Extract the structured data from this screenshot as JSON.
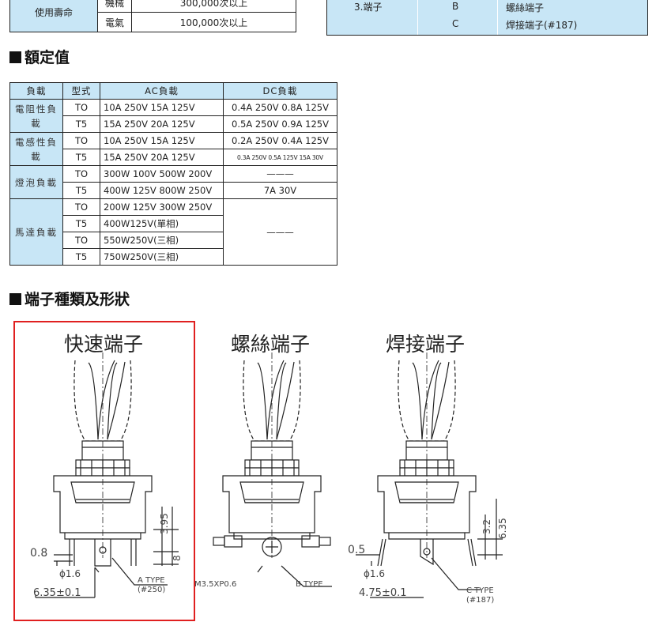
{
  "life_table": {
    "label": "使用壽命",
    "rows": [
      {
        "type": "機械",
        "value": "300,000次以上"
      },
      {
        "type": "電氣",
        "value": "100,000次以上"
      }
    ]
  },
  "terminal_table": {
    "label": "3.端子",
    "rows": [
      {
        "code": "B",
        "desc": "螺絲端子"
      },
      {
        "code": "C",
        "desc": "焊接端子(#187)"
      }
    ]
  },
  "rating_section": {
    "title": "額定值",
    "headers": {
      "load": "負載",
      "type": "型式",
      "ac": "AC負載",
      "dc": "DC負載"
    },
    "groups": [
      {
        "load": "電阻性負載",
        "rows": [
          {
            "type": "TO",
            "ac": "10A 250V 15A 125V",
            "dc": "0.4A 250V 0.8A 125V"
          },
          {
            "type": "T5",
            "ac": "15A 250V 20A 125V",
            "dc": "0.5A 250V 0.9A 125V"
          }
        ]
      },
      {
        "load": "電感性負載",
        "rows": [
          {
            "type": "TO",
            "ac": "10A 250V 15A 125V",
            "dc": "0.2A 250V 0.4A 125V"
          },
          {
            "type": "T5",
            "ac": "15A 250V 20A 125V",
            "dc": "0.3A 250V 0.5A 125V 15A 30V"
          }
        ]
      },
      {
        "load": "燈泡負載",
        "rows": [
          {
            "type": "TO",
            "ac": "300W 100V 500W 200V",
            "dc": "———"
          },
          {
            "type": "T5",
            "ac": "400W 125V 800W 250V",
            "dc": "7A 30V"
          }
        ]
      },
      {
        "load": "馬達負載",
        "rows": [
          {
            "type": "TO",
            "ac": "200W 125V 300W 250V"
          },
          {
            "type": "T5",
            "ac": "400W125V(單相)"
          },
          {
            "type": "TO",
            "ac": "550W250V(三相)"
          },
          {
            "type": "T5",
            "ac": "750W250V(三相)"
          }
        ],
        "dc": "———"
      }
    ]
  },
  "terminal_section": {
    "title": "端子種類及形狀",
    "diagrams": [
      {
        "title": "快速端子",
        "dims": {
          "d1": "0.8",
          "d2": "ϕ1.6",
          "d3": "6.35±0.1",
          "v1": "3.95",
          "v2": "8"
        },
        "type_label": "A TYPE",
        "type_sub": "(#250)"
      },
      {
        "title": "螺絲端子",
        "dims": {
          "screw": "M3.5XP0.6"
        },
        "type_label": "B TYPE"
      },
      {
        "title": "焊接端子",
        "dims": {
          "d1": "0.5",
          "d2": "ϕ1.6",
          "d3": "4.75±0.1",
          "v1": "3.2",
          "v2": "6.35"
        },
        "type_label": "C TYPE",
        "type_sub": "(#187)"
      }
    ]
  }
}
